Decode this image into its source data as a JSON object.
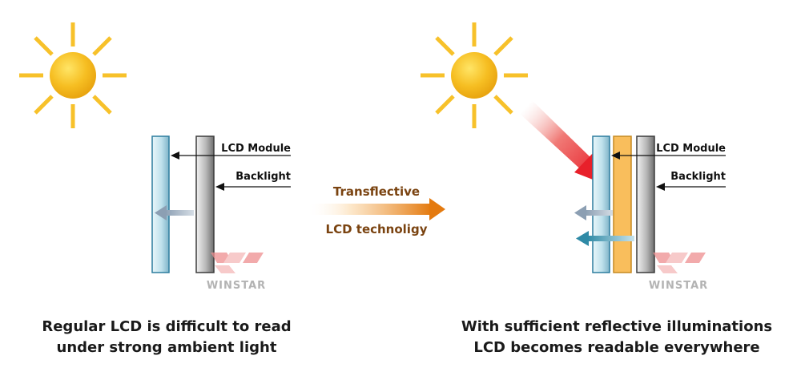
{
  "left_panel": {
    "lcd_module_label": "LCD Module",
    "backlight_label": "Backlight",
    "watermark": "WINSTAR",
    "caption_line1": "Regular LCD is difficult to read",
    "caption_line2": "under strong ambient light"
  },
  "center": {
    "top_label": "Transflective",
    "bottom_label": "LCD technoligy"
  },
  "right_panel": {
    "lcd_module_label": "LCD Module",
    "backlight_label": "Backlight",
    "watermark": "WINSTAR",
    "caption_line1": "With sufficient reflective illuminations",
    "caption_line2": "LCD becomes readable everywhere"
  },
  "icons": [
    "sun-icon",
    "sun-icon",
    "sunlight-ray-arrow-icon",
    "transition-arrow-icon"
  ],
  "colors": {
    "sun": "#F7C12A",
    "label_text": "#111111",
    "transition_text": "#7A4310",
    "transition_arrow": "#E47A0F",
    "sunlight_ray": "#E8202A",
    "emitted_arrow_left": "#8C9FB3",
    "emitted_arrow_right": "#2F8AA6",
    "transflective_layer": "#F9BE5C",
    "watermark_red": "#E24A4E"
  }
}
